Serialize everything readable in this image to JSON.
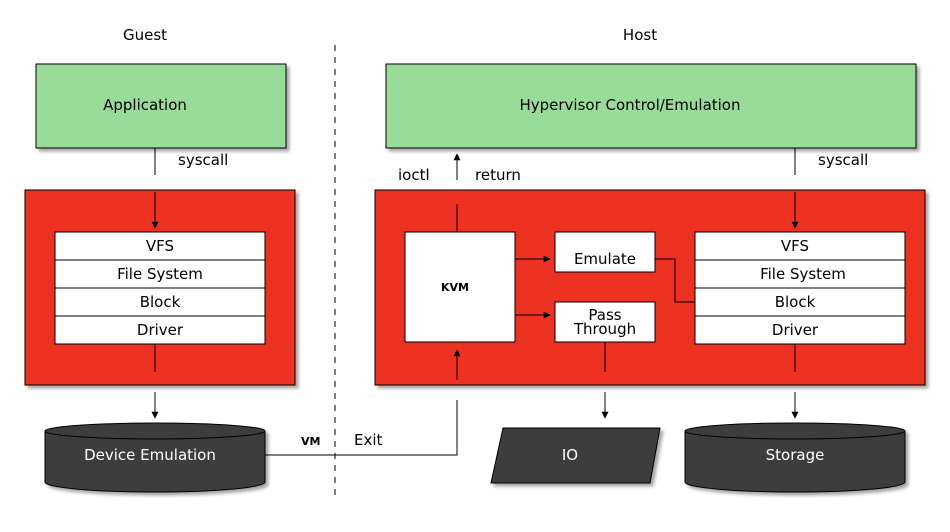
{
  "headers": {
    "guest": "Guest",
    "host": "Host"
  },
  "guest": {
    "application": "Application",
    "syscall": "syscall",
    "stack": [
      "VFS",
      "File System",
      "Block",
      "Driver"
    ],
    "device_emulation": "Device Emulation"
  },
  "host": {
    "hypervisor": "Hypervisor Control/Emulation",
    "ioctl": "ioctl",
    "return": "return",
    "syscall": "syscall",
    "kvm": "KVM",
    "emulate": "Emulate",
    "pass_through_1": "Pass",
    "pass_through_2": "Through",
    "stack": [
      "VFS",
      "File System",
      "Block",
      "Driver"
    ],
    "io": "IO",
    "storage": "Storage"
  },
  "vm_exit": {
    "vm": "VM",
    "exit": "Exit"
  },
  "colors": {
    "green": "#99dc99",
    "red": "#ee3124",
    "dark": "#3c3c3c",
    "line": "#000000"
  }
}
